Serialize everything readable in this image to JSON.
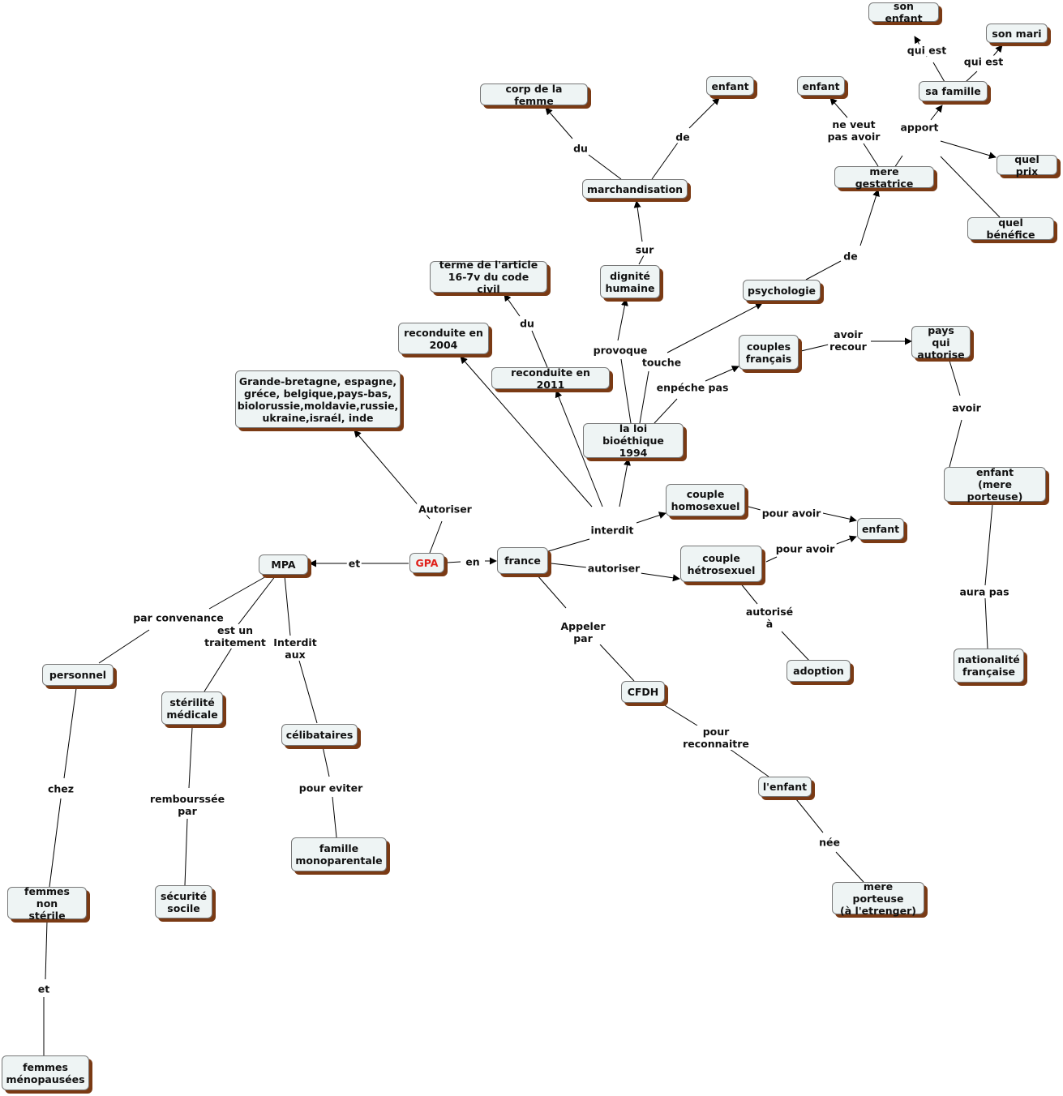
{
  "nodes": [
    {
      "id": "son_enfant",
      "text": "son enfant"
    },
    {
      "id": "son_mari",
      "text": "son mari"
    },
    {
      "id": "sa_famille",
      "text": "sa famille"
    },
    {
      "id": "enfant_top_left",
      "text": "enfant"
    },
    {
      "id": "corp_femme",
      "text": "corp de la femme"
    },
    {
      "id": "enfant_top_mid",
      "text": "enfant"
    },
    {
      "id": "quel_prix",
      "text": "quel prix"
    },
    {
      "id": "mere_gestatrice",
      "text": "mere gestatrice"
    },
    {
      "id": "marchandisation",
      "text": "marchandisation"
    },
    {
      "id": "quel_benefice",
      "text": "quel bénéfice"
    },
    {
      "id": "terme_article",
      "text": "terme de l'article\n16-7v du code civil"
    },
    {
      "id": "dignite",
      "text": "dignité\nhumaine"
    },
    {
      "id": "psychologie",
      "text": "psychologie"
    },
    {
      "id": "reconduite_2004",
      "text": "reconduite en\n2004"
    },
    {
      "id": "couples_francais",
      "text": "couples\nfrançais"
    },
    {
      "id": "pays_autorise",
      "text": "pays qui\nautorise"
    },
    {
      "id": "reconduite_2011",
      "text": "reconduite en 2011"
    },
    {
      "id": "pays_liste",
      "text": "Grande-bretagne, espagne,\ngréce, belgique,pays-bas,\nbiolorussie,moldavie,russie,\nukraine,israél, inde"
    },
    {
      "id": "loi_bioethique",
      "text": "la loi bioéthique\n1994"
    },
    {
      "id": "enfant_mere_porteuse",
      "text": "enfant\n(mere porteuse)"
    },
    {
      "id": "couple_homo",
      "text": "couple\nhomosexuel"
    },
    {
      "id": "enfant_mid",
      "text": "enfant"
    },
    {
      "id": "mpa",
      "text": "MPA"
    },
    {
      "id": "gpa",
      "text": "GPA"
    },
    {
      "id": "france",
      "text": "france"
    },
    {
      "id": "couple_hetero",
      "text": "couple\nhétrosexuel"
    },
    {
      "id": "adoption",
      "text": "adoption"
    },
    {
      "id": "nationalite",
      "text": "nationalité\nfrançaise"
    },
    {
      "id": "personnel",
      "text": "personnel"
    },
    {
      "id": "cfdh",
      "text": "CFDH"
    },
    {
      "id": "sterilite",
      "text": "stérilité\nmédicale"
    },
    {
      "id": "celibataires",
      "text": "célibataires"
    },
    {
      "id": "lenfant",
      "text": "l'enfant"
    },
    {
      "id": "famille_mono",
      "text": "famille\nmonoparentale"
    },
    {
      "id": "femmes_non_steriles",
      "text": "femmes non\nstérile"
    },
    {
      "id": "securite_sociale",
      "text": "sécurité\nsocile"
    },
    {
      "id": "mere_porteuse_etranger",
      "text": "mere porteuse\n(à l'etrenger)"
    },
    {
      "id": "femmes_menopausees",
      "text": "femmes\nménopausées"
    }
  ],
  "labels": [
    {
      "id": "qui_est_1",
      "text": "qui est"
    },
    {
      "id": "qui_est_2",
      "text": "qui est"
    },
    {
      "id": "apport",
      "text": "apport"
    },
    {
      "id": "ne_veut",
      "text": "ne veut\npas avoir"
    },
    {
      "id": "du_1",
      "text": "du"
    },
    {
      "id": "de_1",
      "text": "de"
    },
    {
      "id": "sur",
      "text": "sur"
    },
    {
      "id": "de_2",
      "text": "de"
    },
    {
      "id": "du_2",
      "text": "du"
    },
    {
      "id": "provoque",
      "text": "provoque"
    },
    {
      "id": "touche",
      "text": "touche"
    },
    {
      "id": "avoir_recour",
      "text": "avoir\nrecour"
    },
    {
      "id": "enpeche",
      "text": "enpéche pas"
    },
    {
      "id": "avoir",
      "text": "avoir"
    },
    {
      "id": "autoriser_1",
      "text": "Autoriser"
    },
    {
      "id": "interdit",
      "text": "interdit"
    },
    {
      "id": "pour_avoir_1",
      "text": "pour avoir"
    },
    {
      "id": "pour_avoir_2",
      "text": "pour avoir"
    },
    {
      "id": "et_1",
      "text": "et"
    },
    {
      "id": "en",
      "text": "en"
    },
    {
      "id": "autoriser_2",
      "text": "autoriser"
    },
    {
      "id": "autorise_a",
      "text": "autorisé\nà"
    },
    {
      "id": "aura_pas",
      "text": "aura pas"
    },
    {
      "id": "par_convenance",
      "text": "par convenance"
    },
    {
      "id": "traitement",
      "text": "est un\ntraitement"
    },
    {
      "id": "interdit_aux",
      "text": "Interdit\naux"
    },
    {
      "id": "appeler_par",
      "text": "Appeler\npar"
    },
    {
      "id": "pour_reconnaitre",
      "text": "pour\nreconnaitre"
    },
    {
      "id": "chez",
      "text": "chez"
    },
    {
      "id": "rembourssee",
      "text": "rembourssée\npar"
    },
    {
      "id": "pour_eviter",
      "text": "pour eviter"
    },
    {
      "id": "nee",
      "text": "née"
    },
    {
      "id": "et_2",
      "text": "et"
    }
  ]
}
